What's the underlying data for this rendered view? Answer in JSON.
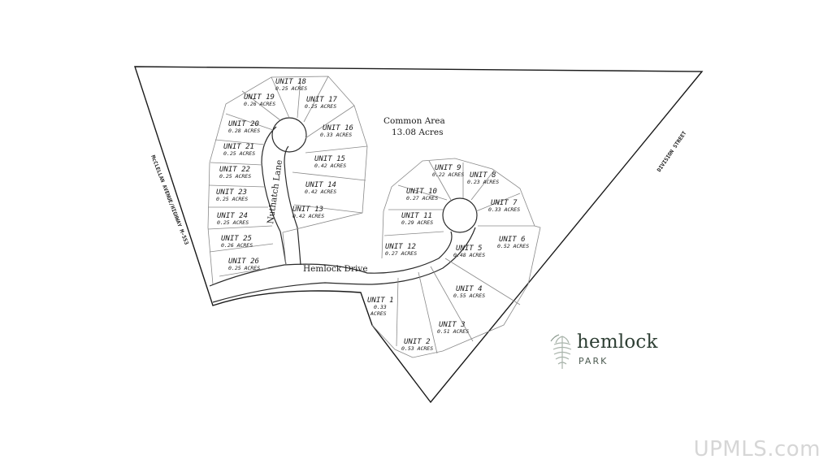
{
  "site": {
    "common_area": {
      "name": "Common Area",
      "acres": "13.08 Acres"
    },
    "roads": {
      "hemlock_drive": "Hemlock Drive",
      "nuthatch_lane": "Nuthatch Lane"
    },
    "streets": {
      "west": "McCLELLAN AVENUE/HIGHWAY M-553",
      "east": "DIVISION STREET"
    },
    "units": [
      {
        "id": "1",
        "name": "UNIT 1",
        "acres": "0.33",
        "acres_unit": "ACRES"
      },
      {
        "id": "2",
        "name": "UNIT 2",
        "acres": "0.53 ACRES"
      },
      {
        "id": "3",
        "name": "UNIT 3",
        "acres": "0.51 ACRES"
      },
      {
        "id": "4",
        "name": "UNIT 4",
        "acres": "0.55 ACRES"
      },
      {
        "id": "5",
        "name": "UNIT 5",
        "acres": "0.48 ACRES"
      },
      {
        "id": "6",
        "name": "UNIT 6",
        "acres": "0.52 ACRES"
      },
      {
        "id": "7",
        "name": "UNIT 7",
        "acres": "0.33 ACRES"
      },
      {
        "id": "8",
        "name": "UNIT 8",
        "acres": "0.23 ACRES"
      },
      {
        "id": "9",
        "name": "UNIT 9",
        "acres": "0.22 ACRES"
      },
      {
        "id": "10",
        "name": "UNIT 10",
        "acres": "0.27 ACRES"
      },
      {
        "id": "11",
        "name": "UNIT 11",
        "acres": "0.29 ACRES"
      },
      {
        "id": "12",
        "name": "UNIT 12",
        "acres": "0.27 ACRES"
      },
      {
        "id": "13",
        "name": "UNIT 13",
        "acres": "0.42 ACRES"
      },
      {
        "id": "14",
        "name": "UNIT 14",
        "acres": "0.42 ACRES"
      },
      {
        "id": "15",
        "name": "UNIT 15",
        "acres": "0.42 ACRES"
      },
      {
        "id": "16",
        "name": "UNIT 16",
        "acres": "0.33 ACRES"
      },
      {
        "id": "17",
        "name": "UNIT 17",
        "acres": "0.25 ACRES"
      },
      {
        "id": "18",
        "name": "UNIT 18",
        "acres": "0.25 ACRES"
      },
      {
        "id": "19",
        "name": "UNIT 19",
        "acres": "0.26 ACRES"
      },
      {
        "id": "20",
        "name": "UNIT 20",
        "acres": "0.28 ACRES"
      },
      {
        "id": "21",
        "name": "UNIT 21",
        "acres": "0.25 ACRES"
      },
      {
        "id": "22",
        "name": "UNIT 22",
        "acres": "0.25 ACRES"
      },
      {
        "id": "23",
        "name": "UNIT 23",
        "acres": "0.25 ACRES"
      },
      {
        "id": "24",
        "name": "UNIT 24",
        "acres": "0.25 ACRES"
      },
      {
        "id": "25",
        "name": "UNIT 25",
        "acres": "0.26 ACRES"
      },
      {
        "id": "26",
        "name": "UNIT 26",
        "acres": "0.25 ACRES"
      }
    ]
  },
  "logo": {
    "word": "hemlock",
    "sub": "PARK",
    "icon": "pinecone-icon",
    "color": "#2e3f34"
  },
  "watermark": {
    "text": "UPMLS.com",
    "color": "#d6d6d6"
  }
}
